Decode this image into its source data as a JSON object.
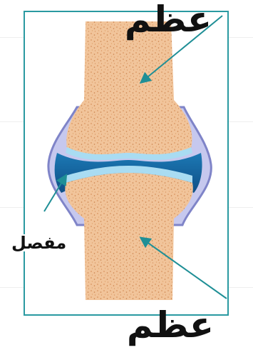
{
  "labels": {
    "top_bone": "عظم",
    "joint": "مفصل",
    "bottom_bone": "عظم"
  },
  "colors": {
    "frame": "#2a9aa1",
    "arrow": "#1f8f96",
    "bone": "#f1c49a",
    "bone_speckle": "#d9955f",
    "cartilage": "#a9dcf2",
    "synovial_fluid": "#1a6fa8",
    "capsule": "#8a8fd0"
  },
  "icons": [
    "arrow-icon"
  ]
}
